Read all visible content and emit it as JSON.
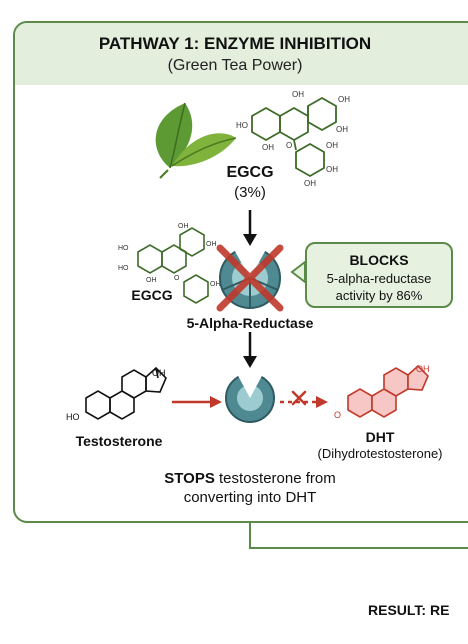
{
  "panel": {
    "title": "PATHWAY 1: ENZYME INHIBITION",
    "subtitle": "(Green Tea Power)"
  },
  "egcg_top": {
    "name": "EGCG",
    "percent": "(3%)"
  },
  "molecule_labels": {
    "ho": "HO",
    "oh": "OH",
    "o": "O"
  },
  "egcg_left": {
    "name": "EGCG"
  },
  "enzyme": {
    "name": "5-Alpha-Reductase"
  },
  "callout": {
    "title": "BLOCKS",
    "line1": "5-alpha-reductase",
    "line2": "activity by 86%"
  },
  "testosterone": {
    "name": "Testosterone"
  },
  "dht": {
    "name": "DHT",
    "full": "(Dihydrotestosterone)"
  },
  "stops": {
    "bold": "STOPS",
    "rest": " testosterone from",
    "line2": "converting into DHT"
  },
  "result": {
    "label": "RESULT: RE"
  },
  "colors": {
    "green_border": "#5b8a4a",
    "header_bg": "#e3eedc",
    "enzyme_teal": "#4f8a93",
    "red": "#c0392b",
    "dht_fill": "#f6c7c4"
  },
  "icons": [
    "green-tea-leaf-icon",
    "egcg-molecule-icon",
    "enzyme-icon",
    "red-x-icon",
    "steroid-molecule-icon",
    "arrow-icon"
  ]
}
